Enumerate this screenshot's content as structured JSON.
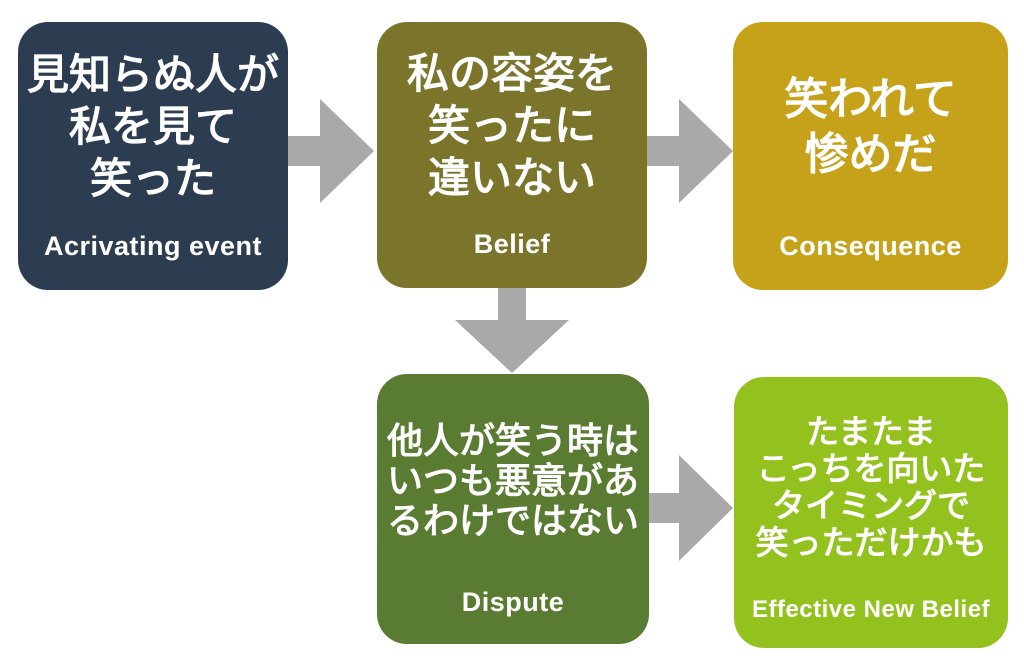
{
  "diagram": {
    "background_color": "#ffffff",
    "text_color": "#ffffff",
    "arrow_color": "#a9a9a9",
    "boxes": [
      {
        "id": "activating-event",
        "color": "#2d3d51",
        "lines": [
          "見知らぬ人が",
          "私を見て",
          "笑った"
        ],
        "label": "Acrivating event"
      },
      {
        "id": "belief",
        "color": "#7b752c",
        "lines": [
          "私の容姿を",
          "笑ったに",
          "違いない"
        ],
        "label": "Belief"
      },
      {
        "id": "consequence",
        "color": "#c5a219",
        "lines": [
          "笑われて",
          "惨めだ"
        ],
        "label": "Consequence"
      },
      {
        "id": "dispute",
        "color": "#5a7c32",
        "lines": [
          "他人が笑う時は",
          "いつも悪意があ",
          "るわけではない"
        ],
        "label": "Dispute"
      },
      {
        "id": "effective-new-belief",
        "color": "#93c21f",
        "lines": [
          "たまたま",
          "こっちを向いた",
          "タイミングで",
          "笑っただけかも"
        ],
        "label": "Effective New Belief"
      }
    ],
    "arrows": [
      {
        "id": "a-to-b",
        "direction": "right"
      },
      {
        "id": "b-to-c",
        "direction": "right"
      },
      {
        "id": "b-to-d",
        "direction": "down"
      },
      {
        "id": "d-to-e",
        "direction": "right"
      }
    ]
  }
}
